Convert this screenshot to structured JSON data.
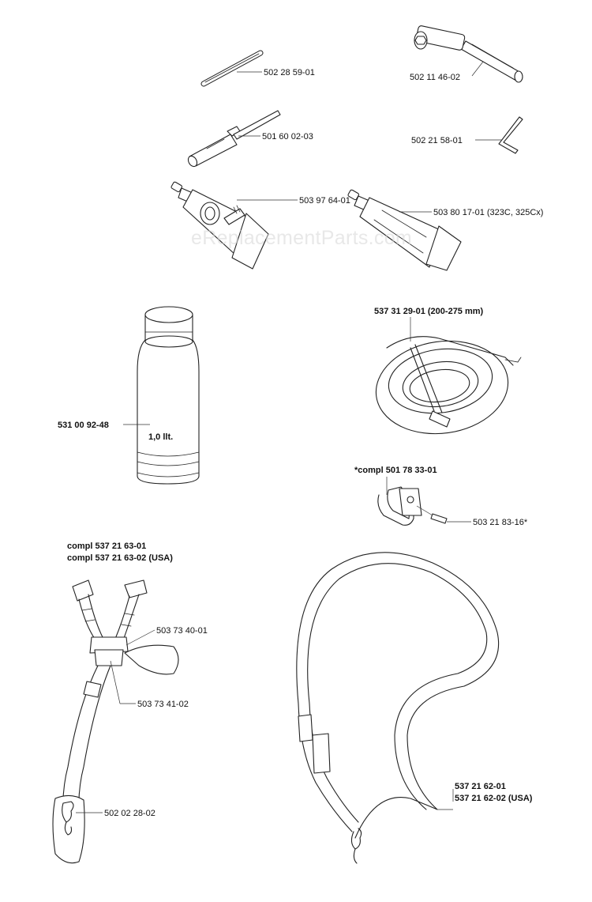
{
  "watermark": "eReplacementParts.com",
  "parts": {
    "rod": "502 28 59-01",
    "wrench": "502 11 46-02",
    "file": "501 60 02-03",
    "allen_key": "502 21 58-01",
    "grease_tube_1": "503 97 64-01",
    "grease_tube_2": "503 80 17-01 (323C, 325Cx)",
    "bottle": "531 00 92-48",
    "bottle_text": "1,0 llt.",
    "guard": "537 31 29-01 (200-275 mm)",
    "clamp_kit": "*compl 501 78 33-01",
    "clamp_screw": "503 21 83-16*",
    "harness_1": "compl 537 21 63-01",
    "harness_2": "compl 537 21 63-02 (USA)",
    "buckle_1": "503 73 40-01",
    "buckle_2": "503 73 41-02",
    "hook": "502 02 28-02",
    "strap_1": "537 21 62-01",
    "strap_2": "537 21 62-02 (USA)"
  }
}
